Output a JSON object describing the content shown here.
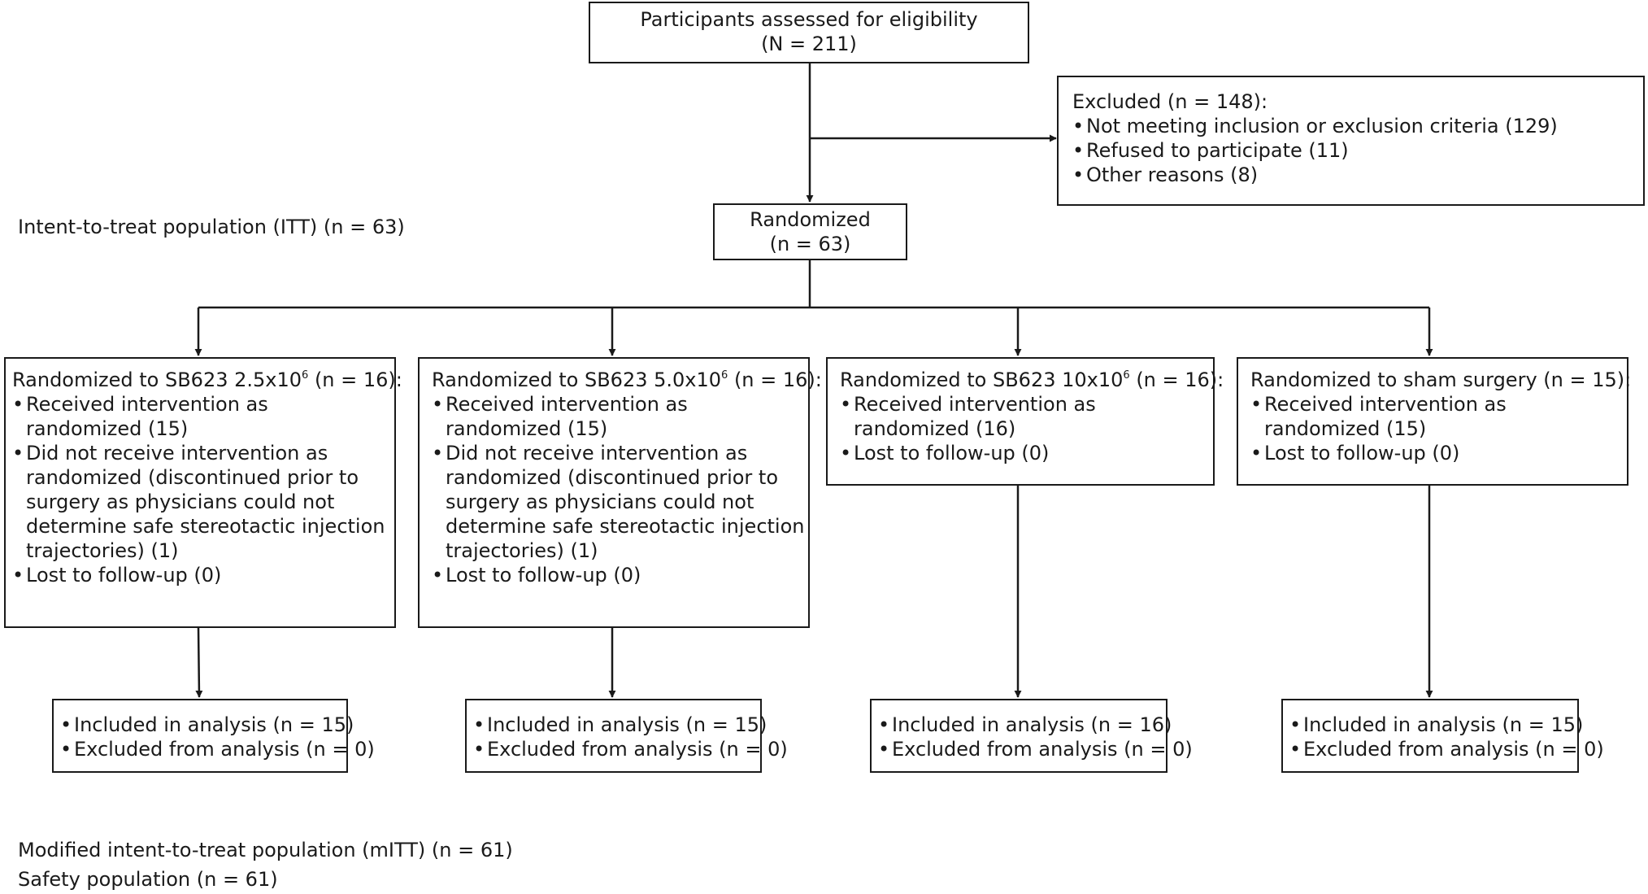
{
  "assessed": {
    "title": "Participants assessed for eligibility",
    "count": "(N = 211)"
  },
  "excluded": {
    "title": "Excluded (n = 148):",
    "items": [
      "Not meeting inclusion or exclusion criteria (129)",
      "Refused to participate (11)",
      "Other reasons (8)"
    ]
  },
  "itt_label": "Intent-to-treat population (ITT) (n = 63)",
  "randomized": {
    "title": "Randomized",
    "count": "(n = 63)"
  },
  "bullet": "•",
  "arms": [
    {
      "title_pre": "Randomized to SB623 2.5x10",
      "title_sup": "6",
      "title_post": " (n = 16):",
      "received": [
        "Received intervention as",
        "randomized (15)"
      ],
      "not_received": [
        "Did not receive intervention as",
        "randomized (discontinued prior to",
        "surgery as physicians could not",
        "determine safe stereotactic injection",
        "trajectories) (1)"
      ],
      "lost": "Lost to follow-up (0)",
      "included": "Included in analysis (n = 15)",
      "excluded": "Excluded from analysis (n = 0)"
    },
    {
      "title_pre": "Randomized to SB623 5.0x10",
      "title_sup": "6",
      "title_post": " (n = 16):",
      "received": [
        "Received intervention as",
        "randomized (15)"
      ],
      "not_received": [
        "Did not receive intervention as",
        "randomized (discontinued prior to",
        "surgery as physicians could not",
        "determine safe stereotactic injection",
        "trajectories) (1)"
      ],
      "lost": "Lost to follow-up (0)",
      "included": "Included in analysis (n = 15)",
      "excluded": "Excluded from analysis (n = 0)"
    },
    {
      "title_pre": "Randomized to SB623 10x10",
      "title_sup": "6",
      "title_post": " (n = 16):",
      "received": [
        "Received intervention as",
        "randomized (16)"
      ],
      "lost": "Lost to follow-up (0)",
      "included": "Included in analysis (n = 16)",
      "excluded": "Excluded from analysis (n = 0)"
    },
    {
      "title_pre": "Randomized to sham surgery (n = 15):",
      "title_sup": "",
      "title_post": "",
      "received": [
        "Received intervention as",
        "randomized (15)"
      ],
      "lost": "Lost to follow-up (0)",
      "included": "Included in analysis (n = 15)",
      "excluded": "Excluded from analysis (n = 0)"
    }
  ],
  "mitt_label": "Modified intent-to-treat population (mITT) (n = 61)",
  "safety_label": "Safety population (n = 61)"
}
